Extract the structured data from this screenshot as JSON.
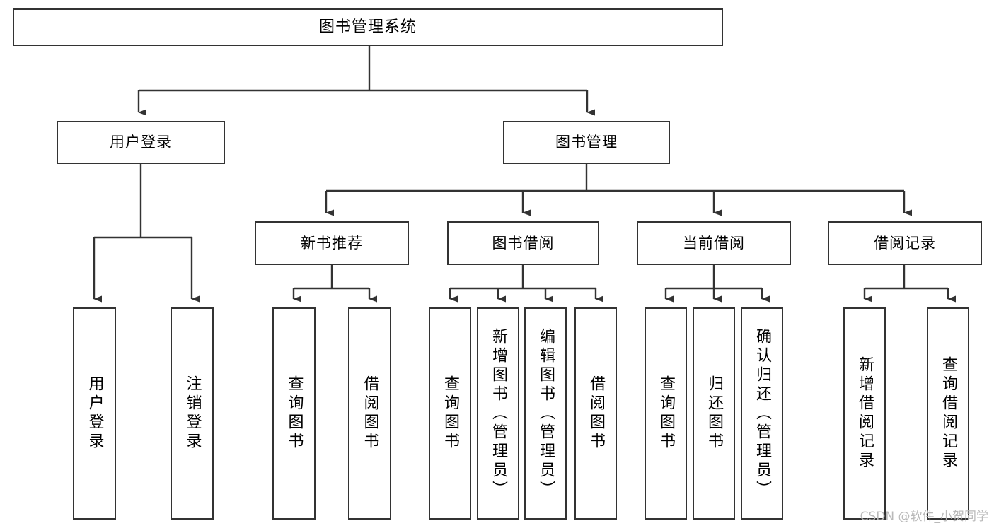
{
  "diagram": {
    "title": "图书管理系统",
    "type": "tree",
    "orientation": "top-down",
    "colors": {
      "background": "#ffffff",
      "node_border": "#333333",
      "node_fill": "#ffffff",
      "edge": "#333333",
      "text": "#000000",
      "watermark": "#b9b9b9"
    }
  },
  "watermark": {
    "text": "CSDN @软件_小贺同学"
  },
  "nodes": {
    "root": {
      "id": "root",
      "label": "图书管理系统",
      "level": 0
    },
    "level1": [
      {
        "id": "user-login",
        "label": "用户登录",
        "level": 1
      },
      {
        "id": "book-management",
        "label": "图书管理",
        "level": 1
      }
    ],
    "level2": [
      {
        "id": "new-book-recommend",
        "label": "新书推荐",
        "level": 2,
        "parent": "book-management"
      },
      {
        "id": "book-borrow",
        "label": "图书借阅",
        "level": 2,
        "parent": "book-management"
      },
      {
        "id": "current-borrow",
        "label": "当前借阅",
        "level": 2,
        "parent": "book-management"
      },
      {
        "id": "borrow-record",
        "label": "借阅记录",
        "level": 2,
        "parent": "book-management"
      }
    ],
    "leaves": [
      {
        "id": "leaf-user-login",
        "label": "用户登录",
        "parent": "user-login"
      },
      {
        "id": "leaf-logout-login",
        "label": "注销登录",
        "parent": "user-login"
      },
      {
        "id": "leaf-query-book-1",
        "label": "查询图书",
        "parent": "new-book-recommend"
      },
      {
        "id": "leaf-borrow-book-1",
        "label": "借阅图书",
        "parent": "new-book-recommend"
      },
      {
        "id": "leaf-query-book-2",
        "label": "查询图书",
        "parent": "book-borrow"
      },
      {
        "id": "leaf-add-book",
        "label": "新增图书（管理员）",
        "parent": "book-borrow"
      },
      {
        "id": "leaf-edit-book",
        "label": "编辑图书（管理员）",
        "parent": "book-borrow"
      },
      {
        "id": "leaf-borrow-book-2",
        "label": "借阅图书",
        "parent": "book-borrow"
      },
      {
        "id": "leaf-query-book-3",
        "label": "查询图书",
        "parent": "current-borrow"
      },
      {
        "id": "leaf-return-book",
        "label": "归还图书",
        "parent": "current-borrow"
      },
      {
        "id": "leaf-confirm-return",
        "label": "确认归还（管理员）",
        "parent": "current-borrow"
      },
      {
        "id": "leaf-add-record",
        "label": "新增借阅记录",
        "parent": "borrow-record"
      },
      {
        "id": "leaf-query-record",
        "label": "查询借阅记录",
        "parent": "borrow-record"
      }
    ]
  }
}
